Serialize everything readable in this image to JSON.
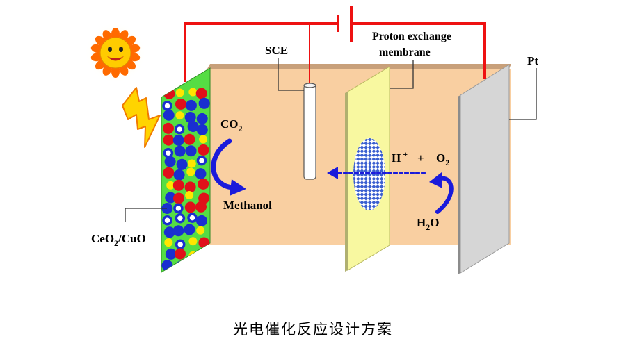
{
  "labels": {
    "sce": "SCE",
    "membrane_line1": "Proton exchange",
    "membrane_line2": "membrane",
    "pt": "Pt",
    "co2_main": "CO",
    "co2_sub": "2",
    "methanol": "Methanol",
    "h_plus_h": "H",
    "h_plus_sup": "+",
    "plus": "+",
    "o2_main": "O",
    "o2_sub": "2",
    "h2o_h": "H",
    "h2o_sub": "2",
    "h2o_o": "O",
    "ceo2_a": "CeO",
    "ceo2_sub": "2",
    "ceo2_b": "/CuO"
  },
  "caption": "光电催化反应设计方案",
  "colors": {
    "electrolyte": "#f9cfa1",
    "electrolyte_top": "#c8a07a",
    "wire": "#ee1111",
    "photoelectrode": "#55dd44",
    "membrane": "#f8f8a0",
    "pt_plate": "#d6d6d6",
    "arrow_blue": "#1a1adb",
    "sun": "#ffcc00",
    "sun_petal": "#ff6a00"
  }
}
